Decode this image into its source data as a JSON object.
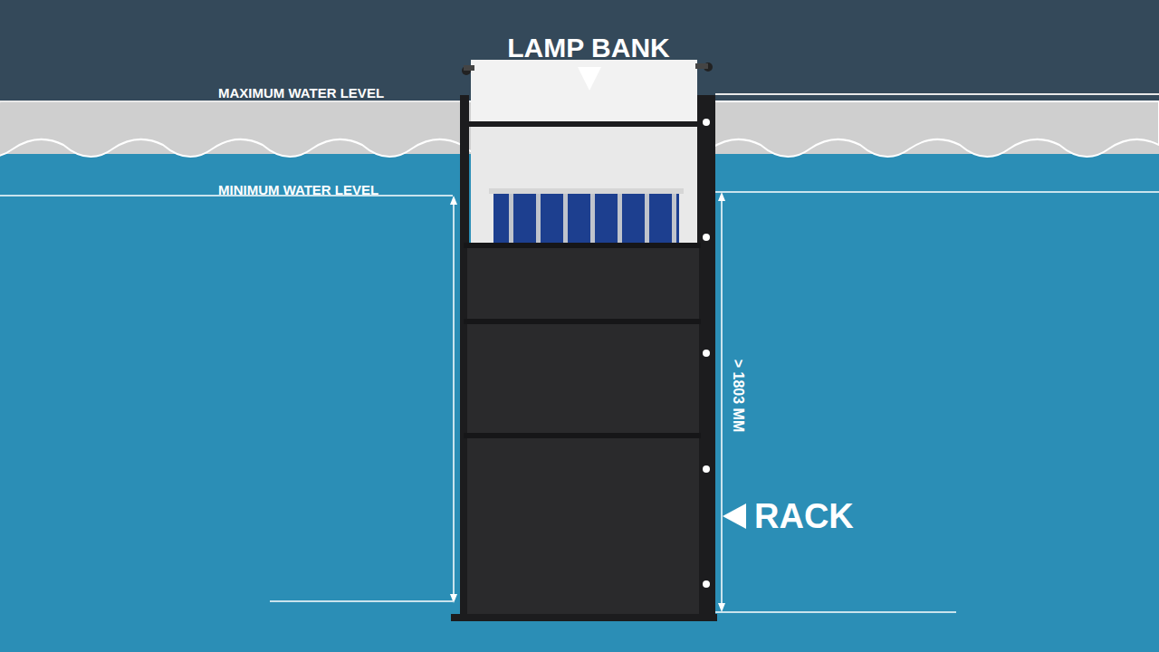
{
  "diagram": {
    "labels": [
      "LAMP BANK",
      "MAXIMUM WATER LEVEL",
      "MINIMUM WATER LEVEL",
      "> 1803 MM",
      "RACK"
    ]
  }
}
